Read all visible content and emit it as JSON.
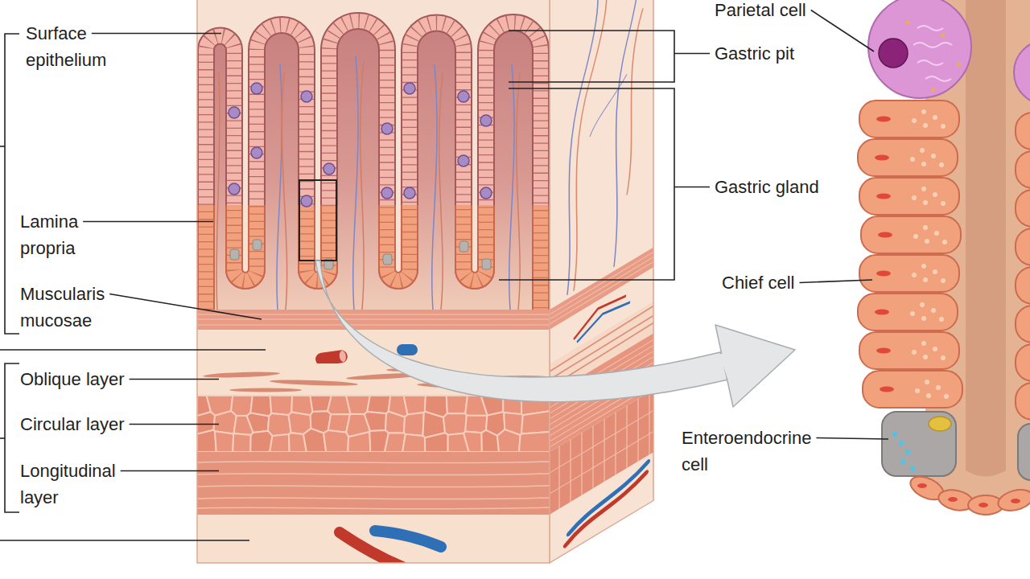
{
  "diagram": {
    "labels": [
      "Surface epithelium",
      "Lamina propria",
      "Muscularis mucosae",
      "Oblique layer",
      "Circular layer",
      "Longitudinal layer",
      "Parietal cell",
      "Gastric pit",
      "Gastric gland",
      "Chief cell",
      "Enteroendocrine cell"
    ]
  }
}
